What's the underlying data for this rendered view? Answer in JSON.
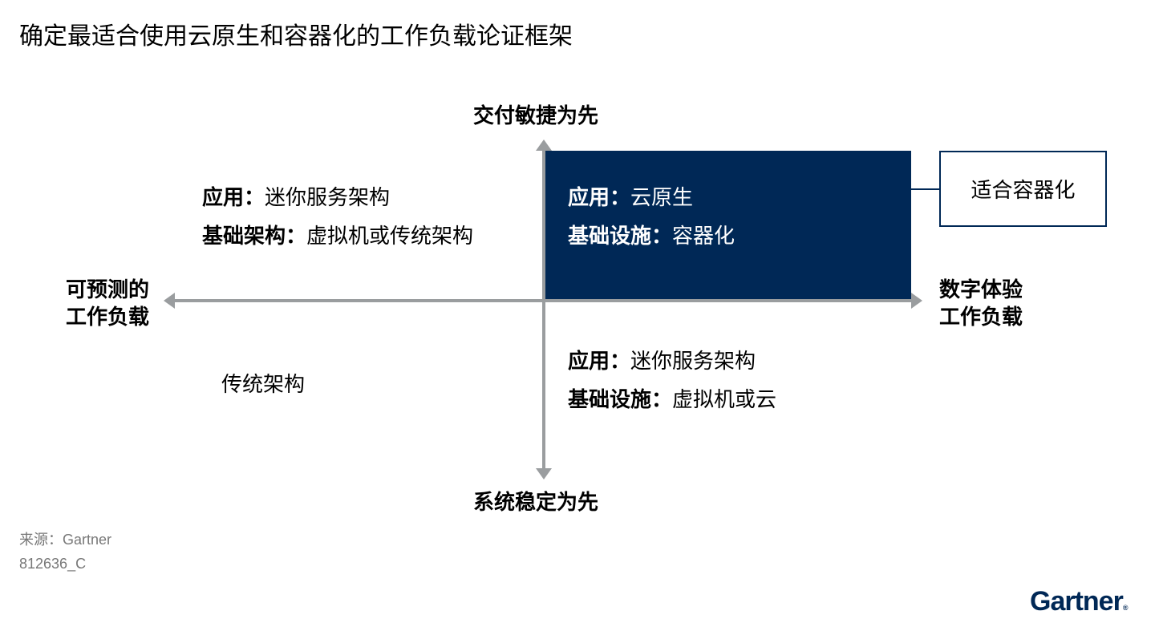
{
  "title": "确定最适合使用云原生和容器化的工作负载论证框架",
  "axes": {
    "top": "交付敏捷为先",
    "bottom": "系统稳定为先",
    "left": [
      "可预测的",
      "工作负载"
    ],
    "right": [
      "数字体验",
      "工作负载"
    ]
  },
  "quadrants": {
    "top_left": {
      "app_label": "应用：",
      "app_value": "迷你服务架构",
      "infra_label": "基础架构：",
      "infra_value": "虚拟机或传统架构"
    },
    "top_right": {
      "app_label": "应用：",
      "app_value": "云原生",
      "infra_label": "基础设施：",
      "infra_value": "容器化"
    },
    "bottom_left": {
      "text": "传统架构"
    },
    "bottom_right": {
      "app_label": "应用：",
      "app_value": "迷你服务架构",
      "infra_label": "基础设施：",
      "infra_value": "虚拟机或云"
    }
  },
  "callout": "适合容器化",
  "footer": {
    "source": "来源：Gartner",
    "code": "812636_C"
  },
  "logo": "Gartner",
  "colors": {
    "navy": "#002856",
    "axis": "#9a9d9f"
  }
}
